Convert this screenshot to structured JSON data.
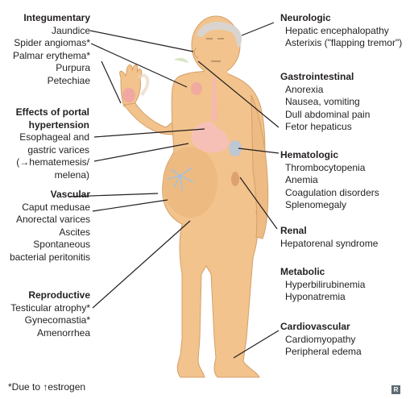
{
  "colors": {
    "skin": "#f2c38c",
    "skin_dark": "#e6b079",
    "outline": "#d4a06a",
    "hair": "#d9d4cf",
    "line": "#231f20"
  },
  "groups": {
    "integumentary": {
      "heading": "Integumentary",
      "items": [
        "Jaundice",
        "Spider angiomas*",
        "Palmar erythema*",
        "Purpura",
        "Petechiae"
      ]
    },
    "portal": {
      "heading_1": "Effects of portal",
      "heading_2": "hypertension",
      "items": [
        "Esophageal and",
        "gastric varices",
        "(→hematemesis/",
        "melena)"
      ]
    },
    "vascular": {
      "heading": "Vascular",
      "items": [
        "Caput medusae",
        "Anorectal varices",
        "Ascites",
        "Spontaneous",
        "bacterial peritonitis"
      ]
    },
    "reproductive": {
      "heading": "Reproductive",
      "items": [
        "Testicular atrophy*",
        "Gynecomastia*",
        "Amenorrhea"
      ]
    },
    "neurologic": {
      "heading": "Neurologic",
      "items": [
        "Hepatic encephalopathy",
        "Asterixis (\"flapping tremor\")"
      ]
    },
    "gastrointestinal": {
      "heading": "Gastrointestinal",
      "items": [
        "Anorexia",
        "Nausea, vomiting",
        "Dull abdominal pain",
        "Fetor hepaticus"
      ]
    },
    "hematologic": {
      "heading": "Hematologic",
      "items": [
        "Thrombocytopenia",
        "Anemia",
        "Coagulation disorders",
        "Splenomegaly"
      ]
    },
    "renal": {
      "heading": "Renal",
      "items": [
        "Hepatorenal syndrome"
      ]
    },
    "metabolic": {
      "heading": "Metabolic",
      "items": [
        "Hyperbilirubinemia",
        "Hyponatremia"
      ]
    },
    "cardiovascular": {
      "heading": "Cardiovascular",
      "items": [
        "Cardiomyopathy",
        "Peripheral edema"
      ]
    }
  },
  "footnote": {
    "prefix": "*Due to ",
    "arrow": "↑",
    "suffix": "estrogen"
  },
  "logo": {
    "text": "R"
  }
}
